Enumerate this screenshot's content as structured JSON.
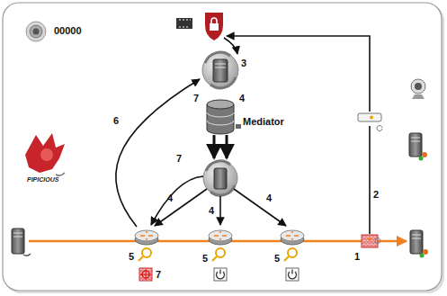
{
  "diagram": {
    "nodes": [
      {
        "text": [
          "00000"
        ]
      },
      {
        "text": [
          "Mediator"
        ]
      }
    ],
    "labels": [
      "3",
      "7",
      "4",
      "6",
      "PIPICIOUS",
      "7",
      "4",
      "4",
      "4",
      "2",
      "1",
      "5",
      "5",
      "5",
      "7"
    ]
  }
}
